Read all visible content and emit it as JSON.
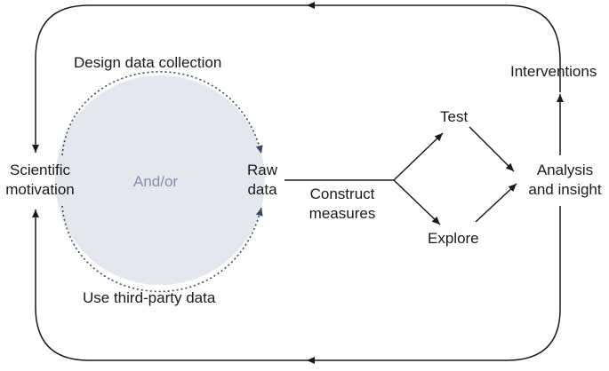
{
  "nodes": {
    "scientific_motivation": "Scientific\nmotivation",
    "raw_data": "Raw\ndata",
    "test": "Test",
    "explore": "Explore",
    "analysis_insight": "Analysis\nand insight",
    "interventions": "Interventions"
  },
  "edges": {
    "design_data_collection": "Design data collection",
    "use_third_party_data": "Use third-party data",
    "and_or": "And/or",
    "construct_measures": "Construct\nmeasures"
  },
  "colors": {
    "line": "#1a1a1a",
    "circle_fill": "#e4e7ee",
    "dotted": "#3b4a63",
    "muted_text": "#8391a8"
  }
}
